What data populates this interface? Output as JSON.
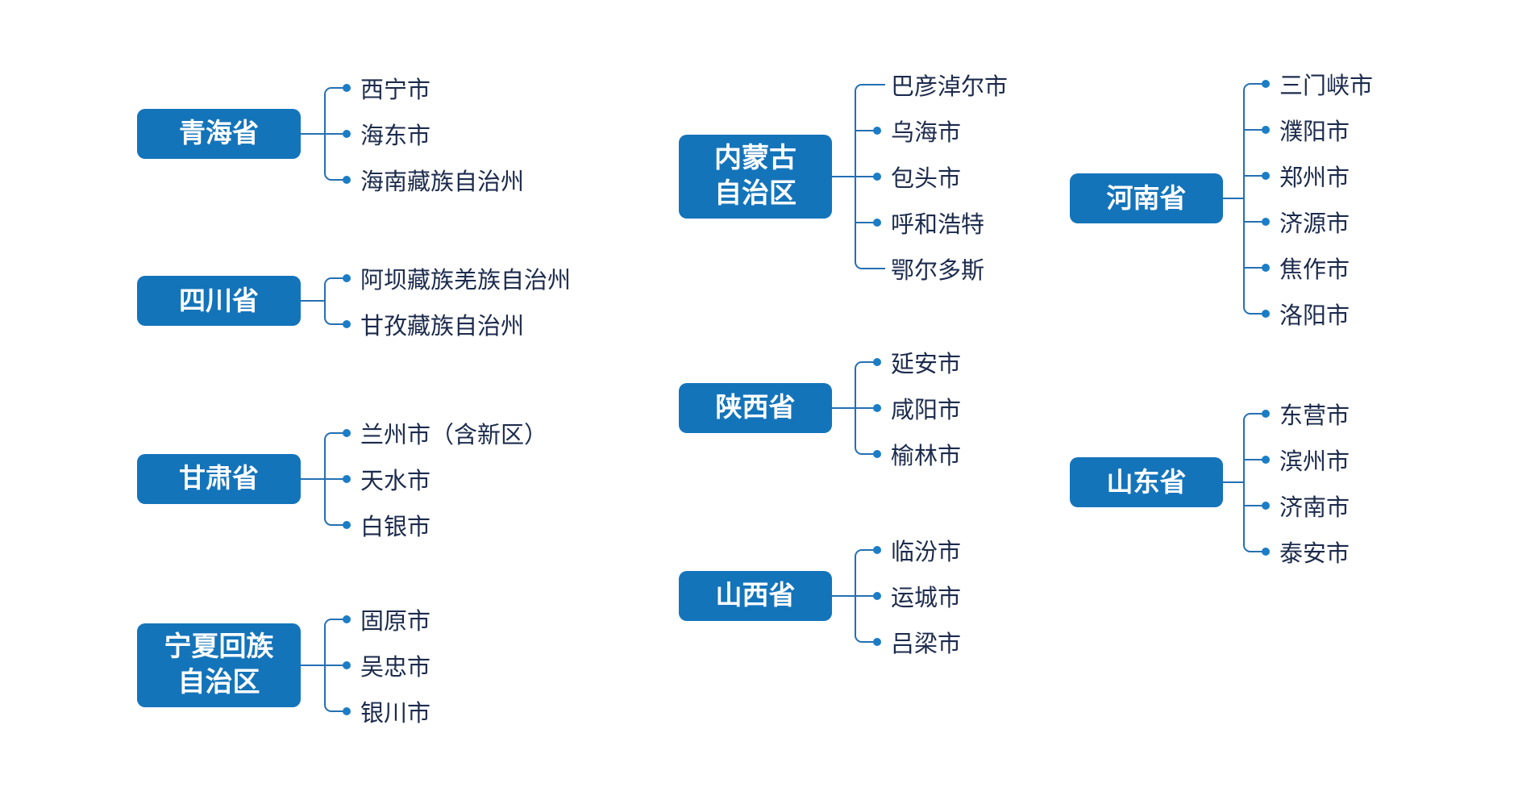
{
  "diagram": {
    "description": "Tree diagram of Chinese provinces and their cities",
    "colors": {
      "province_box_bg": "#1474ba",
      "province_box_text": "#ffffff",
      "connector_line": "#2470b3",
      "bullet_dot": "#1b7dc6",
      "city_text": "#1c2b4d",
      "background": "#ffffff"
    }
  },
  "groups": [
    {
      "label": "青海省",
      "cities": [
        {
          "name": "西宁市",
          "dot": true
        },
        {
          "name": "海东市",
          "dot": true
        },
        {
          "name": "海南藏族自治州",
          "dot": true
        }
      ]
    },
    {
      "label": "四川省",
      "cities": [
        {
          "name": "阿坝藏族羌族自治州",
          "dot": true
        },
        {
          "name": "甘孜藏族自治州",
          "dot": true
        }
      ]
    },
    {
      "label": "甘肃省",
      "cities": [
        {
          "name": "兰州市（含新区）",
          "dot": true
        },
        {
          "name": "天水市",
          "dot": true
        },
        {
          "name": "白银市",
          "dot": true
        }
      ]
    },
    {
      "label": "宁夏回族\n自治区",
      "cities": [
        {
          "name": "固原市",
          "dot": true
        },
        {
          "name": "吴忠市",
          "dot": true
        },
        {
          "name": "银川市",
          "dot": true
        }
      ]
    },
    {
      "label": "内蒙古\n自治区",
      "cities": [
        {
          "name": "巴彦淖尔市",
          "dot": false
        },
        {
          "name": "乌海市",
          "dot": true
        },
        {
          "name": "包头市",
          "dot": true
        },
        {
          "name": "呼和浩特",
          "dot": true
        },
        {
          "name": "鄂尔多斯",
          "dot": false
        }
      ]
    },
    {
      "label": "陕西省",
      "cities": [
        {
          "name": "延安市",
          "dot": true
        },
        {
          "name": "咸阳市",
          "dot": true
        },
        {
          "name": "榆林市",
          "dot": true
        }
      ]
    },
    {
      "label": "山西省",
      "cities": [
        {
          "name": "临汾市",
          "dot": true
        },
        {
          "name": "运城市",
          "dot": true
        },
        {
          "name": "吕梁市",
          "dot": true
        }
      ]
    },
    {
      "label": "河南省",
      "cities": [
        {
          "name": "三门峡市",
          "dot": true
        },
        {
          "name": "濮阳市",
          "dot": true
        },
        {
          "name": "郑州市",
          "dot": true
        },
        {
          "name": "济源市",
          "dot": true
        },
        {
          "name": "焦作市",
          "dot": true
        },
        {
          "name": "洛阳市",
          "dot": true
        }
      ]
    },
    {
      "label": "山东省",
      "cities": [
        {
          "name": "东营市",
          "dot": true
        },
        {
          "name": "滨州市",
          "dot": true
        },
        {
          "name": "济南市",
          "dot": true
        },
        {
          "name": "泰安市",
          "dot": true
        }
      ]
    }
  ]
}
